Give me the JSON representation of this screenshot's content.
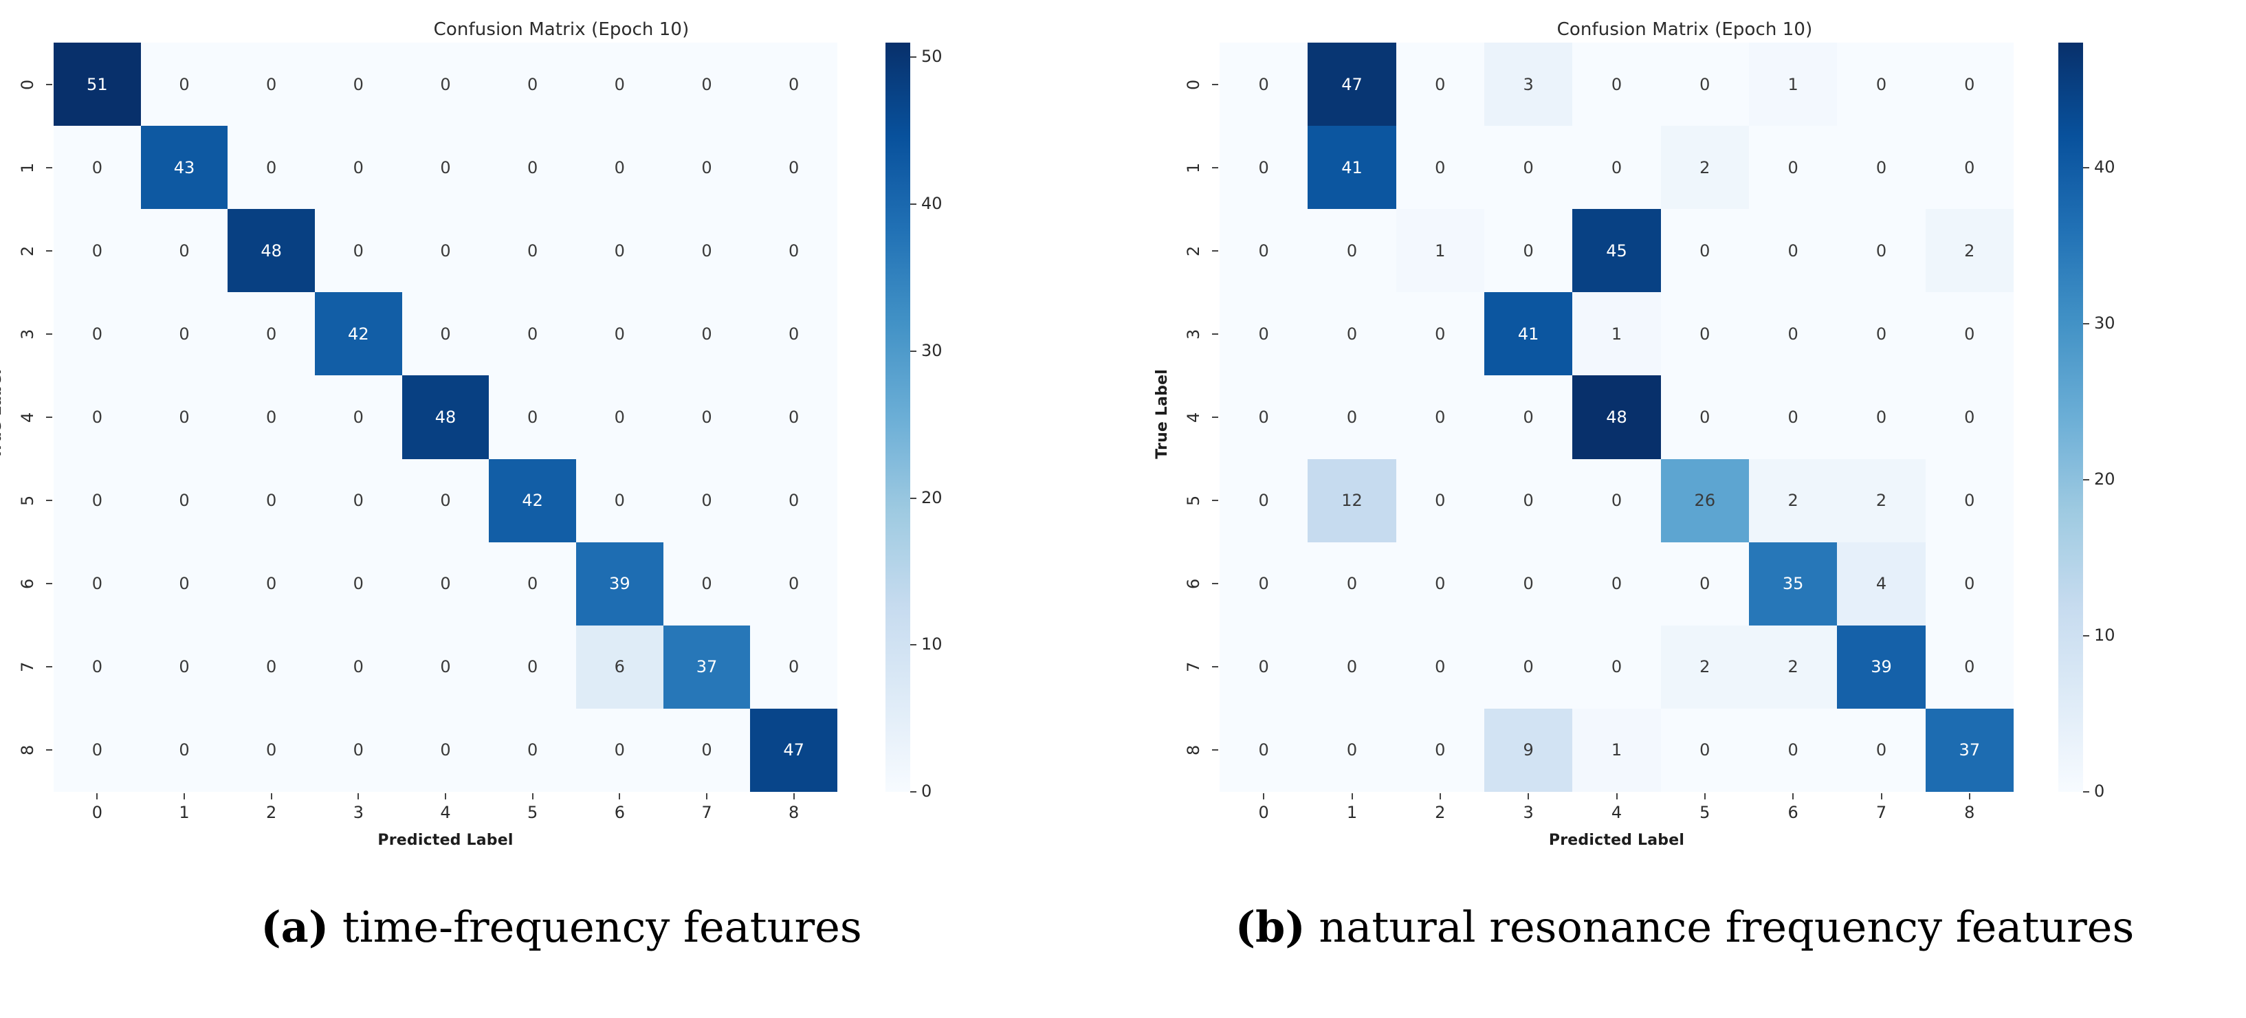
{
  "figure": {
    "panels": [
      {
        "title": "Confusion Matrix (Epoch 10)",
        "xlabel": "Predicted Label",
        "ylabel": "True Label",
        "caption_tag": "(a)",
        "caption_text": " time-frequency features"
      },
      {
        "title": "Confusion Matrix (Epoch 10)",
        "xlabel": "Predicted Label",
        "ylabel": "True Label",
        "caption_tag": "(b)",
        "caption_text": " natural resonance frequency features"
      }
    ]
  },
  "chart_data": [
    {
      "type": "heatmap",
      "title": "Confusion Matrix (Epoch 10)",
      "xlabel": "Predicted Label",
      "ylabel": "True Label",
      "categories": [
        "0",
        "1",
        "2",
        "3",
        "4",
        "5",
        "6",
        "7",
        "8"
      ],
      "x_tick_labels": [
        "0",
        "1",
        "2",
        "3",
        "4",
        "5",
        "6",
        "7",
        "8"
      ],
      "y_tick_labels": [
        "0",
        "1",
        "2",
        "3",
        "4",
        "5",
        "6",
        "7",
        "8"
      ],
      "colormap": "Blues",
      "vmin": 0,
      "vmax": 51,
      "colorbar_ticks": [
        0,
        10,
        20,
        30,
        40,
        50
      ],
      "colorbar_tick_labels": [
        "0",
        "10",
        "20",
        "30",
        "40",
        "50"
      ],
      "annotations": true,
      "grid": false,
      "values": [
        [
          51,
          0,
          0,
          0,
          0,
          0,
          0,
          0,
          0
        ],
        [
          0,
          43,
          0,
          0,
          0,
          0,
          0,
          0,
          0
        ],
        [
          0,
          0,
          48,
          0,
          0,
          0,
          0,
          0,
          0
        ],
        [
          0,
          0,
          0,
          42,
          0,
          0,
          0,
          0,
          0
        ],
        [
          0,
          0,
          0,
          0,
          48,
          0,
          0,
          0,
          0
        ],
        [
          0,
          0,
          0,
          0,
          0,
          42,
          0,
          0,
          0
        ],
        [
          0,
          0,
          0,
          0,
          0,
          0,
          39,
          0,
          0
        ],
        [
          0,
          0,
          0,
          0,
          0,
          0,
          6,
          37,
          0
        ],
        [
          0,
          0,
          0,
          0,
          0,
          0,
          0,
          0,
          47
        ]
      ]
    },
    {
      "type": "heatmap",
      "title": "Confusion Matrix (Epoch 10)",
      "xlabel": "Predicted Label",
      "ylabel": "True Label",
      "categories": [
        "0",
        "1",
        "2",
        "3",
        "4",
        "5",
        "6",
        "7",
        "8"
      ],
      "x_tick_labels": [
        "0",
        "1",
        "2",
        "3",
        "4",
        "5",
        "6",
        "7",
        "8"
      ],
      "y_tick_labels": [
        "0",
        "1",
        "2",
        "3",
        "4",
        "5",
        "6",
        "7",
        "8"
      ],
      "colormap": "Blues",
      "vmin": 0,
      "vmax": 48,
      "colorbar_ticks": [
        0,
        10,
        20,
        30,
        40
      ],
      "colorbar_tick_labels": [
        "0",
        "10",
        "20",
        "30",
        "40"
      ],
      "annotations": true,
      "grid": false,
      "values": [
        [
          0,
          47,
          0,
          3,
          0,
          0,
          1,
          0,
          0
        ],
        [
          0,
          41,
          0,
          0,
          0,
          2,
          0,
          0,
          0
        ],
        [
          0,
          0,
          1,
          0,
          45,
          0,
          0,
          0,
          2
        ],
        [
          0,
          0,
          0,
          41,
          1,
          0,
          0,
          0,
          0
        ],
        [
          0,
          0,
          0,
          0,
          48,
          0,
          0,
          0,
          0
        ],
        [
          0,
          12,
          0,
          0,
          0,
          26,
          2,
          2,
          0
        ],
        [
          0,
          0,
          0,
          0,
          0,
          0,
          35,
          4,
          0
        ],
        [
          0,
          0,
          0,
          0,
          0,
          2,
          2,
          39,
          0
        ],
        [
          0,
          0,
          0,
          9,
          1,
          0,
          0,
          0,
          37
        ]
      ]
    }
  ],
  "colors": {
    "cmap_low": "#f7fbff",
    "cmap_high": "#08306b",
    "text_dark": "#2b2b2b",
    "text_light": "#ffffff"
  }
}
